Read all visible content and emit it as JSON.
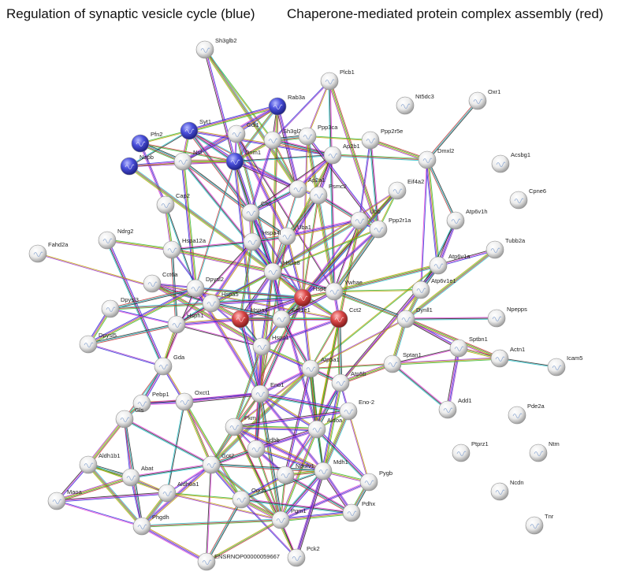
{
  "titles": {
    "left": "Regulation of synaptic vesicle cycle (blue)",
    "right": "Chaperone-mediated protein complex assembly (red)"
  },
  "colors": {
    "blue_node": "#3a3fcf",
    "red_node": "#d43a3a",
    "grey_node": "#e6e6e6",
    "edge_palette": [
      "#2fb52f",
      "#c0a000",
      "#9b30c8",
      "#2b2bd8",
      "#e03ad8",
      "#222222",
      "#1fbfc8",
      "#c83030"
    ]
  },
  "nodes": [
    {
      "id": "Sh3glb2",
      "label": "Sh3glb2",
      "color": "grey"
    },
    {
      "id": "Plcb1",
      "label": "Plcb1",
      "color": "grey"
    },
    {
      "id": "Nt5dc3",
      "label": "Nt5dc3",
      "color": "grey"
    },
    {
      "id": "Oxr1",
      "label": "Oxr1",
      "color": "grey"
    },
    {
      "id": "Rab3a",
      "label": "Rab3a",
      "color": "blue"
    },
    {
      "id": "Syt1",
      "label": "Syt1",
      "color": "blue"
    },
    {
      "id": "Pfn2",
      "label": "Pfn2",
      "color": "blue"
    },
    {
      "id": "Napb",
      "label": "Napb",
      "color": "blue"
    },
    {
      "id": "Nsf",
      "label": "Nsf",
      "color": "grey"
    },
    {
      "id": "Gdi1",
      "label": "Gdi1",
      "color": "grey"
    },
    {
      "id": "Dnm1",
      "label": "Dnm1",
      "color": "blue"
    },
    {
      "id": "Sh3gl2",
      "label": "Sh3gl2",
      "color": "grey"
    },
    {
      "id": "Ppp3ca",
      "label": "Ppp3ca",
      "color": "grey"
    },
    {
      "id": "Ppp2r5e",
      "label": "Ppp2r5e",
      "color": "grey"
    },
    {
      "id": "Dmxl2",
      "label": "Dmxl2",
      "color": "grey"
    },
    {
      "id": "Acsbg1",
      "label": "Acsbg1",
      "color": "grey"
    },
    {
      "id": "Ap2b1",
      "label": "Ap2b1",
      "color": "grey"
    },
    {
      "id": "Cap2",
      "label": "Cap2",
      "color": "grey"
    },
    {
      "id": "Ap2a1",
      "label": "Ap2a1",
      "color": "grey"
    },
    {
      "id": "Psmc2",
      "label": "Psmc2",
      "color": "grey"
    },
    {
      "id": "Eif4a2",
      "label": "Eif4a2",
      "color": "grey"
    },
    {
      "id": "Cpne6",
      "label": "Cpne6",
      "color": "grey"
    },
    {
      "id": "Cltc",
      "label": "Cltc",
      "color": "grey"
    },
    {
      "id": "Ubb",
      "label": "Ubb",
      "color": "grey"
    },
    {
      "id": "Atp6v1h",
      "label": "Atp6v1h",
      "color": "grey"
    },
    {
      "id": "Ndrg2",
      "label": "Ndrg2",
      "color": "grey"
    },
    {
      "id": "Uba1",
      "label": "Uba1",
      "color": "grey"
    },
    {
      "id": "Ppp2r1a",
      "label": "Ppp2r1a",
      "color": "grey"
    },
    {
      "id": "Tubb2a",
      "label": "Tubb2a",
      "color": "grey"
    },
    {
      "id": "Fahd2a",
      "label": "Fahd2a",
      "color": "grey"
    },
    {
      "id": "Hspa12a",
      "label": "Hspa12a",
      "color": "grey"
    },
    {
      "id": "Hspa4l",
      "label": "Hspa4l",
      "color": "grey"
    },
    {
      "id": "Hspa8",
      "label": "Hspa8",
      "color": "grey"
    },
    {
      "id": "Atp6v1a",
      "label": "Atp6v1a",
      "color": "grey"
    },
    {
      "id": "Cct6a",
      "label": "Cct6a",
      "color": "grey"
    },
    {
      "id": "Dpysl2",
      "label": "Dpysl2",
      "color": "grey"
    },
    {
      "id": "Hsp90",
      "label": "Hsp90",
      "color": "red"
    },
    {
      "id": "Ywhae",
      "label": "Ywhae",
      "color": "grey"
    },
    {
      "id": "Atp6v1e1",
      "label": "Atp6v1e1",
      "color": "grey"
    },
    {
      "id": "Hspa5",
      "label": "Hspa5",
      "color": "grey"
    },
    {
      "id": "Dpysl3",
      "label": "Dpysl3",
      "color": "grey"
    },
    {
      "id": "Hsph1",
      "label": "Hsph1",
      "color": "grey"
    },
    {
      "id": "Hspa4",
      "label": "Hspa4",
      "color": "red"
    },
    {
      "id": "Eef1e1",
      "label": "Eef1e1",
      "color": "grey"
    },
    {
      "id": "Cct2",
      "label": "Cct2",
      "color": "red"
    },
    {
      "id": "Dynll1",
      "label": "Dynll1",
      "color": "grey"
    },
    {
      "id": "Npepps",
      "label": "Npepps",
      "color": "grey"
    },
    {
      "id": "Dpysl5",
      "label": "Dpysl5",
      "color": "grey"
    },
    {
      "id": "Hspd1",
      "label": "Hspd1",
      "color": "grey"
    },
    {
      "id": "Sptbn1",
      "label": "Sptbn1",
      "color": "grey"
    },
    {
      "id": "Actn1",
      "label": "Actn1",
      "color": "grey"
    },
    {
      "id": "Icam5",
      "label": "Icam5",
      "color": "grey"
    },
    {
      "id": "Gda",
      "label": "Gda",
      "color": "grey"
    },
    {
      "id": "Atp5a1",
      "label": "Atp5a1",
      "color": "grey"
    },
    {
      "id": "Sptan1",
      "label": "Sptan1",
      "color": "grey"
    },
    {
      "id": "Atp5b",
      "label": "Atp5b",
      "color": "grey"
    },
    {
      "id": "Pebp1",
      "label": "Pebp1",
      "color": "grey"
    },
    {
      "id": "Oxct1",
      "label": "Oxct1",
      "color": "grey"
    },
    {
      "id": "Eno1",
      "label": "Eno1",
      "color": "grey"
    },
    {
      "id": "Eno-2",
      "label": "Eno-2",
      "color": "grey"
    },
    {
      "id": "Add1",
      "label": "Add1",
      "color": "grey"
    },
    {
      "id": "Pde2a",
      "label": "Pde2a",
      "color": "grey"
    },
    {
      "id": "Gls",
      "label": "Gls",
      "color": "grey"
    },
    {
      "id": "Pkm",
      "label": "Pkm",
      "color": "grey"
    },
    {
      "id": "Aldoa",
      "label": "Aldoa",
      "color": "grey"
    },
    {
      "id": "Ldhb",
      "label": "Ldhb",
      "color": "grey"
    },
    {
      "id": "Ptprz1",
      "label": "Ptprz1",
      "color": "grey"
    },
    {
      "id": "Ntm",
      "label": "Ntm",
      "color": "grey"
    },
    {
      "id": "Aldh1b1",
      "label": "Aldh1b1",
      "color": "grey"
    },
    {
      "id": "Abat",
      "label": "Abat",
      "color": "grey"
    },
    {
      "id": "Got2",
      "label": "Got2",
      "color": "grey"
    },
    {
      "id": "Mdh1",
      "label": "Mdh1",
      "color": "grey"
    },
    {
      "id": "Ndufv1",
      "label": "Ndufv1",
      "color": "grey"
    },
    {
      "id": "Pygb",
      "label": "Pygb",
      "color": "grey"
    },
    {
      "id": "Aldh6a1",
      "label": "Aldh6a1",
      "color": "grey"
    },
    {
      "id": "Ogdh",
      "label": "Ogdh",
      "color": "grey"
    },
    {
      "id": "Pdhx",
      "label": "Pdhx",
      "color": "grey"
    },
    {
      "id": "Ncdn",
      "label": "Ncdn",
      "color": "grey"
    },
    {
      "id": "Maoa",
      "label": "Maoa",
      "color": "grey"
    },
    {
      "id": "Phgdh",
      "label": "Phgdh",
      "color": "grey"
    },
    {
      "id": "Pgm1",
      "label": "Pgm1",
      "color": "grey"
    },
    {
      "id": "Tnr",
      "label": "Tnr",
      "color": "grey"
    },
    {
      "id": "ENSRNOP",
      "label": "ENSRNOP00000059667",
      "color": "grey"
    },
    {
      "id": "Pck2",
      "label": "Pck2",
      "color": "grey"
    }
  ],
  "edges": [
    [
      "Sh3glb2",
      "Sh3gl2"
    ],
    [
      "Sh3glb2",
      "Dnm1"
    ],
    [
      "Sh3glb2",
      "Ap2a1"
    ],
    [
      "Plcb1",
      "Ppp3ca"
    ],
    [
      "Plcb1",
      "Ywhae"
    ],
    [
      "Plcb1",
      "Ppp2r1a"
    ],
    [
      "Plcb1",
      "Sh3gl2"
    ],
    [
      "Oxr1",
      "Dmxl2"
    ],
    [
      "Rab3a",
      "Syt1"
    ],
    [
      "Rab3a",
      "Gdi1"
    ],
    [
      "Rab3a",
      "Dnm1"
    ],
    [
      "Rab3a",
      "Nsf"
    ],
    [
      "Rab3a",
      "Sh3gl2"
    ],
    [
      "Rab3a",
      "Hspa8"
    ],
    [
      "Rab3a",
      "Ap2a1"
    ],
    [
      "Syt1",
      "Napb"
    ],
    [
      "Syt1",
      "Nsf"
    ],
    [
      "Syt1",
      "Dnm1"
    ],
    [
      "Syt1",
      "Ap2a1"
    ],
    [
      "Syt1",
      "Ap2b1"
    ],
    [
      "Syt1",
      "Cltc"
    ],
    [
      "Pfn2",
      "Dnm1"
    ],
    [
      "Pfn2",
      "Cap2"
    ],
    [
      "Pfn2",
      "Nsf"
    ],
    [
      "Pfn2",
      "Syt1"
    ],
    [
      "Napb",
      "Nsf"
    ],
    [
      "Napb",
      "Hspa8"
    ],
    [
      "Napb",
      "Dnm1"
    ],
    [
      "Nsf",
      "Hspa8"
    ],
    [
      "Nsf",
      "Dnm1"
    ],
    [
      "Nsf",
      "Gdi1"
    ],
    [
      "Nsf",
      "Cltc"
    ],
    [
      "Nsf",
      "Dpysl2"
    ],
    [
      "Gdi1",
      "Dnm1"
    ],
    [
      "Gdi1",
      "Hspa8"
    ],
    [
      "Gdi1",
      "Uba1"
    ],
    [
      "Gdi1",
      "Ywhae"
    ],
    [
      "Dnm1",
      "Sh3gl2"
    ],
    [
      "Dnm1",
      "Ap2a1"
    ],
    [
      "Dnm1",
      "Ap2b1"
    ],
    [
      "Dnm1",
      "Cltc"
    ],
    [
      "Dnm1",
      "Hspa8"
    ],
    [
      "Dnm1",
      "Dpysl2"
    ],
    [
      "Dnm1",
      "Eno1"
    ],
    [
      "Sh3gl2",
      "Ap2b1"
    ],
    [
      "Sh3gl2",
      "Ap2a1"
    ],
    [
      "Sh3gl2",
      "Cltc"
    ],
    [
      "Sh3gl2",
      "Ppp3ca"
    ],
    [
      "Ppp3ca",
      "Ppp2r5e"
    ],
    [
      "Ppp3ca",
      "Ppp2r1a"
    ],
    [
      "Ppp3ca",
      "Ywhae"
    ],
    [
      "Ppp3ca",
      "Hsp90"
    ],
    [
      "Ppp2r5e",
      "Ppp2r1a"
    ],
    [
      "Ppp2r5e",
      "Dmxl2"
    ],
    [
      "Ppp2r5e",
      "Ubb"
    ],
    [
      "Dmxl2",
      "Atp6v1h"
    ],
    [
      "Dmxl2",
      "Atp6v1a"
    ],
    [
      "Dmxl2",
      "Atp6v1e1"
    ],
    [
      "Dmxl2",
      "Ap2b1"
    ],
    [
      "Ap2b1",
      "Ap2a1"
    ],
    [
      "Ap2b1",
      "Cltc"
    ],
    [
      "Ap2b1",
      "Hspa8"
    ],
    [
      "Ap2b1",
      "Psmc2"
    ],
    [
      "Cap2",
      "Dpysl2"
    ],
    [
      "Cap2",
      "Hspa12a"
    ],
    [
      "Ap2a1",
      "Cltc"
    ],
    [
      "Ap2a1",
      "Hspa8"
    ],
    [
      "Ap2a1",
      "Psmc2"
    ],
    [
      "Psmc2",
      "Ubb"
    ],
    [
      "Psmc2",
      "Hsp90"
    ],
    [
      "Psmc2",
      "Hspa8"
    ],
    [
      "Psmc2",
      "Uba1"
    ],
    [
      "Eif4a2",
      "Ppp2r1a"
    ],
    [
      "Eif4a2",
      "Hsp90"
    ],
    [
      "Eif4a2",
      "Eef1e1"
    ],
    [
      "Eif4a2",
      "Hspa8"
    ],
    [
      "Cltc",
      "Hspa8"
    ],
    [
      "Cltc",
      "Hspa4l"
    ],
    [
      "Cltc",
      "Hsp90"
    ],
    [
      "Cltc",
      "Uba1"
    ],
    [
      "Ubb",
      "Ppp2r1a"
    ],
    [
      "Ubb",
      "Hsp90"
    ],
    [
      "Ubb",
      "Hspa8"
    ],
    [
      "Ubb",
      "Uba1"
    ],
    [
      "Ubb",
      "Ywhae"
    ],
    [
      "Ubb",
      "Aldoa"
    ],
    [
      "Atp6v1h",
      "Atp6v1a"
    ],
    [
      "Atp6v1h",
      "Atp6v1e1"
    ],
    [
      "Ndrg2",
      "Hspa12a"
    ],
    [
      "Ndrg2",
      "Gda"
    ],
    [
      "Uba1",
      "Hspa8"
    ],
    [
      "Uba1",
      "Hsp90"
    ],
    [
      "Uba1",
      "Hspa4l"
    ],
    [
      "Uba1",
      "Eno1"
    ],
    [
      "Ppp2r1a",
      "Hsp90"
    ],
    [
      "Ppp2r1a",
      "Ywhae"
    ],
    [
      "Ppp2r1a",
      "Hspa8"
    ],
    [
      "Tubb2a",
      "Atp6v1a"
    ],
    [
      "Tubb2a",
      "Dynll1"
    ],
    [
      "Fahd2a",
      "Hspa5"
    ],
    [
      "Hspa12a",
      "Hspa4l"
    ],
    [
      "Hspa12a",
      "Hspa8"
    ],
    [
      "Hspa12a",
      "Hspa5"
    ],
    [
      "Hspa12a",
      "Hsph1"
    ],
    [
      "Hspa4l",
      "Hspa8"
    ],
    [
      "Hspa4l",
      "Hsp90"
    ],
    [
      "Hspa4l",
      "Hspa4"
    ],
    [
      "Hspa4l",
      "Hspa5"
    ],
    [
      "Hspa4l",
      "Hsph1"
    ],
    [
      "Hspa8",
      "Hsp90"
    ],
    [
      "Hspa8",
      "Hspa4"
    ],
    [
      "Hspa8",
      "Hspa5"
    ],
    [
      "Hspa8",
      "Hsph1"
    ],
    [
      "Hspa8",
      "Eef1e1"
    ],
    [
      "Hspa8",
      "Cct2"
    ],
    [
      "Hspa8",
      "Hspd1"
    ],
    [
      "Hspa8",
      "Ywhae"
    ],
    [
      "Hspa8",
      "Eno1"
    ],
    [
      "Hspa8",
      "Aldoa"
    ],
    [
      "Atp6v1a",
      "Atp6v1e1"
    ],
    [
      "Atp6v1a",
      "Atp5a1"
    ],
    [
      "Atp6v1a",
      "Atp5b"
    ],
    [
      "Atp6v1a",
      "Ywhae"
    ],
    [
      "Cct6a",
      "Cct2"
    ],
    [
      "Cct6a",
      "Hspa5"
    ],
    [
      "Cct6a",
      "Hspd1"
    ],
    [
      "Cct6a",
      "Hsp90"
    ],
    [
      "Dpysl2",
      "Dpysl3"
    ],
    [
      "Dpysl2",
      "Dpysl5"
    ],
    [
      "Dpysl2",
      "Hspa5"
    ],
    [
      "Dpysl2",
      "Hsp90"
    ],
    [
      "Dpysl2",
      "Eno1"
    ],
    [
      "Dpysl2",
      "Gda"
    ],
    [
      "Hsp90",
      "Ywhae"
    ],
    [
      "Hsp90",
      "Hspa4"
    ],
    [
      "Hsp90",
      "Eef1e1"
    ],
    [
      "Hsp90",
      "Cct2"
    ],
    [
      "Hsp90",
      "Hspa5"
    ],
    [
      "Hsp90",
      "Hspd1"
    ],
    [
      "Hsp90",
      "Aldoa"
    ],
    [
      "Hsp90",
      "Eno1"
    ],
    [
      "Hsp90",
      "Pkm"
    ],
    [
      "Ywhae",
      "Cct2"
    ],
    [
      "Ywhae",
      "Dynll1"
    ],
    [
      "Ywhae",
      "Atp6v1e1"
    ],
    [
      "Ywhae",
      "Eef1e1"
    ],
    [
      "Atp6v1e1",
      "Dynll1"
    ],
    [
      "Atp6v1e1",
      "Atp5b"
    ],
    [
      "Hspa5",
      "Hsph1"
    ],
    [
      "Hspa5",
      "Hspa4"
    ],
    [
      "Hspa5",
      "Hspd1"
    ],
    [
      "Hspa5",
      "Eef1e1"
    ],
    [
      "Dpysl3",
      "Dpysl5"
    ],
    [
      "Dpysl3",
      "Hsph1"
    ],
    [
      "Dpysl3",
      "Hspa5"
    ],
    [
      "Hsph1",
      "Hspa4"
    ],
    [
      "Hsph1",
      "Hspd1"
    ],
    [
      "Hsph1",
      "Gda"
    ],
    [
      "Hspa4",
      "Eef1e1"
    ],
    [
      "Hspa4",
      "Hspd1"
    ],
    [
      "Hspa4",
      "Cct2"
    ],
    [
      "Hspa4",
      "Eno1"
    ],
    [
      "Eef1e1",
      "Cct2"
    ],
    [
      "Eef1e1",
      "Hspd1"
    ],
    [
      "Eef1e1",
      "Atp5a1"
    ],
    [
      "Cct2",
      "Atp5a1"
    ],
    [
      "Cct2",
      "Hspd1"
    ],
    [
      "Cct2",
      "Atp5b"
    ],
    [
      "Cct2",
      "Aldoa"
    ],
    [
      "Dynll1",
      "Sptbn1"
    ],
    [
      "Dynll1",
      "Sptan1"
    ],
    [
      "Dynll1",
      "Atp5a1"
    ],
    [
      "Dynll1",
      "Npepps"
    ],
    [
      "Dynll1",
      "Actn1"
    ],
    [
      "Dpysl5",
      "Gda"
    ],
    [
      "Dpysl5",
      "Hsph1"
    ],
    [
      "Hspd1",
      "Atp5a1"
    ],
    [
      "Hspd1",
      "Eno1"
    ],
    [
      "Hspd1",
      "Pkm"
    ],
    [
      "Hspd1",
      "Ldhb"
    ],
    [
      "Sptbn1",
      "Sptan1"
    ],
    [
      "Sptbn1",
      "Actn1"
    ],
    [
      "Sptbn1",
      "Add1"
    ],
    [
      "Actn1",
      "Icam5"
    ],
    [
      "Actn1",
      "Sptan1"
    ],
    [
      "Gda",
      "Pebp1"
    ],
    [
      "Gda",
      "Gls"
    ],
    [
      "Gda",
      "Oxct1"
    ],
    [
      "Atp5a1",
      "Atp5b"
    ],
    [
      "Atp5a1",
      "Sptan1"
    ],
    [
      "Atp5a1",
      "Eno1"
    ],
    [
      "Atp5a1",
      "Aldoa"
    ],
    [
      "Atp5a1",
      "Mdh1"
    ],
    [
      "Atp5a1",
      "Ndufv1"
    ],
    [
      "Atp5a1",
      "Got2"
    ],
    [
      "Atp5a1",
      "Pkm"
    ],
    [
      "Sptan1",
      "Add1"
    ],
    [
      "Sptan1",
      "Atp5b"
    ],
    [
      "Atp5b",
      "Eno-2"
    ],
    [
      "Atp5b",
      "Aldoa"
    ],
    [
      "Atp5b",
      "Mdh1"
    ],
    [
      "Atp5b",
      "Ndufv1"
    ],
    [
      "Pebp1",
      "Gls"
    ],
    [
      "Pebp1",
      "Oxct1"
    ],
    [
      "Pebp1",
      "Eno1"
    ],
    [
      "Oxct1",
      "Got2"
    ],
    [
      "Oxct1",
      "Eno1"
    ],
    [
      "Oxct1",
      "Aldh6a1"
    ],
    [
      "Oxct1",
      "Ogdh"
    ],
    [
      "Eno1",
      "Eno-2"
    ],
    [
      "Eno1",
      "Pkm"
    ],
    [
      "Eno1",
      "Aldoa"
    ],
    [
      "Eno1",
      "Ldhb"
    ],
    [
      "Eno1",
      "Got2"
    ],
    [
      "Eno1",
      "Mdh1"
    ],
    [
      "Eno1",
      "Pgm1"
    ],
    [
      "Eno-2",
      "Aldoa"
    ],
    [
      "Eno-2",
      "Pkm"
    ],
    [
      "Eno-2",
      "Mdh1"
    ],
    [
      "Eno-2",
      "Pygb"
    ],
    [
      "Gls",
      "Got2"
    ],
    [
      "Gls",
      "Aldh1b1"
    ],
    [
      "Gls",
      "Abat"
    ],
    [
      "Gls",
      "Phgdh"
    ],
    [
      "Pkm",
      "Aldoa"
    ],
    [
      "Pkm",
      "Ldhb"
    ],
    [
      "Pkm",
      "Got2"
    ],
    [
      "Pkm",
      "Mdh1"
    ],
    [
      "Pkm",
      "Pgm1"
    ],
    [
      "Pkm",
      "Pck2"
    ],
    [
      "Aldoa",
      "Ldhb"
    ],
    [
      "Aldoa",
      "Mdh1"
    ],
    [
      "Aldoa",
      "Pgm1"
    ],
    [
      "Aldoa",
      "Pygb"
    ],
    [
      "Aldoa",
      "Ndufv1"
    ],
    [
      "Ldhb",
      "Mdh1"
    ],
    [
      "Ldhb",
      "Got2"
    ],
    [
      "Ldhb",
      "Pgm1"
    ],
    [
      "Ldhb",
      "Ndufv1"
    ],
    [
      "Aldh1b1",
      "Abat"
    ],
    [
      "Aldh1b1",
      "Aldh6a1"
    ],
    [
      "Aldh1b1",
      "Maoa"
    ],
    [
      "Aldh1b1",
      "Phgdh"
    ],
    [
      "Abat",
      "Aldh6a1"
    ],
    [
      "Abat",
      "Got2"
    ],
    [
      "Abat",
      "Maoa"
    ],
    [
      "Abat",
      "Phgdh"
    ],
    [
      "Got2",
      "Mdh1"
    ],
    [
      "Got2",
      "Ogdh"
    ],
    [
      "Got2",
      "Aldh6a1"
    ],
    [
      "Got2",
      "Pgm1"
    ],
    [
      "Got2",
      "Phgdh"
    ],
    [
      "Got2",
      "ENSRNOP"
    ],
    [
      "Mdh1",
      "Ndufv1"
    ],
    [
      "Mdh1",
      "Pdhx"
    ],
    [
      "Mdh1",
      "Ogdh"
    ],
    [
      "Mdh1",
      "Pygb"
    ],
    [
      "Mdh1",
      "Pgm1"
    ],
    [
      "Mdh1",
      "Pck2"
    ],
    [
      "Ndufv1",
      "Ogdh"
    ],
    [
      "Ndufv1",
      "Pdhx"
    ],
    [
      "Ndufv1",
      "Pgm1"
    ],
    [
      "Pygb",
      "Pgm1"
    ],
    [
      "Pygb",
      "Pdhx"
    ],
    [
      "Aldh6a1",
      "Ogdh"
    ],
    [
      "Aldh6a1",
      "Maoa"
    ],
    [
      "Aldh6a1",
      "Phgdh"
    ],
    [
      "Aldh6a1",
      "Pgm1"
    ],
    [
      "Ogdh",
      "Pdhx"
    ],
    [
      "Ogdh",
      "Pgm1"
    ],
    [
      "Ogdh",
      "Pck2"
    ],
    [
      "Ogdh",
      "ENSRNOP"
    ],
    [
      "Pdhx",
      "Pgm1"
    ],
    [
      "Maoa",
      "Phgdh"
    ],
    [
      "Phgdh",
      "Pgm1"
    ],
    [
      "Phgdh",
      "ENSRNOP"
    ],
    [
      "Pgm1",
      "Pck2"
    ],
    [
      "Pgm1",
      "ENSRNOP"
    ],
    [
      "Pck2",
      "Mdh1"
    ]
  ]
}
